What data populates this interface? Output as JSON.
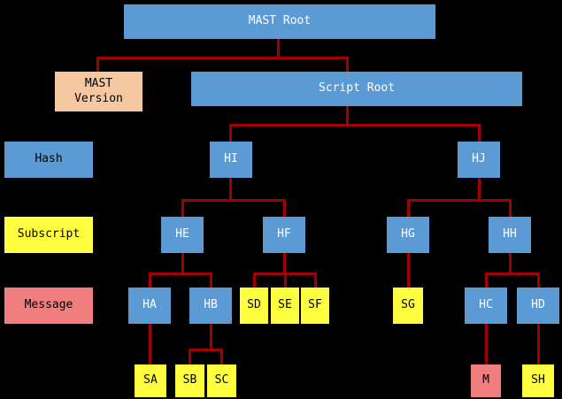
{
  "diagram": {
    "colors": {
      "background": "#000000",
      "hash-fill": "#5b9bd5",
      "subscript-fill": "#ffff40",
      "message-fill": "#f07e7e",
      "version-fill": "#f6c8a2",
      "connector": "#a00000",
      "node-text-light": "#ffffff",
      "node-text-dark": "#000000"
    },
    "legend": {
      "hash": "Hash",
      "subscript": "Subscript",
      "message": "Message"
    },
    "nodes": {
      "mast_root": "MAST Root",
      "mast_version": "MAST\nVersion",
      "script_root": "Script Root",
      "hi": "HI",
      "hj": "HJ",
      "he": "HE",
      "hf": "HF",
      "hg": "HG",
      "hh": "HH",
      "ha": "HA",
      "hb": "HB",
      "sd": "SD",
      "se": "SE",
      "sf": "SF",
      "sg": "SG",
      "hc": "HC",
      "hd": "HD",
      "sa": "SA",
      "sb": "SB",
      "sc": "SC",
      "m": "M",
      "sh": "SH"
    }
  }
}
